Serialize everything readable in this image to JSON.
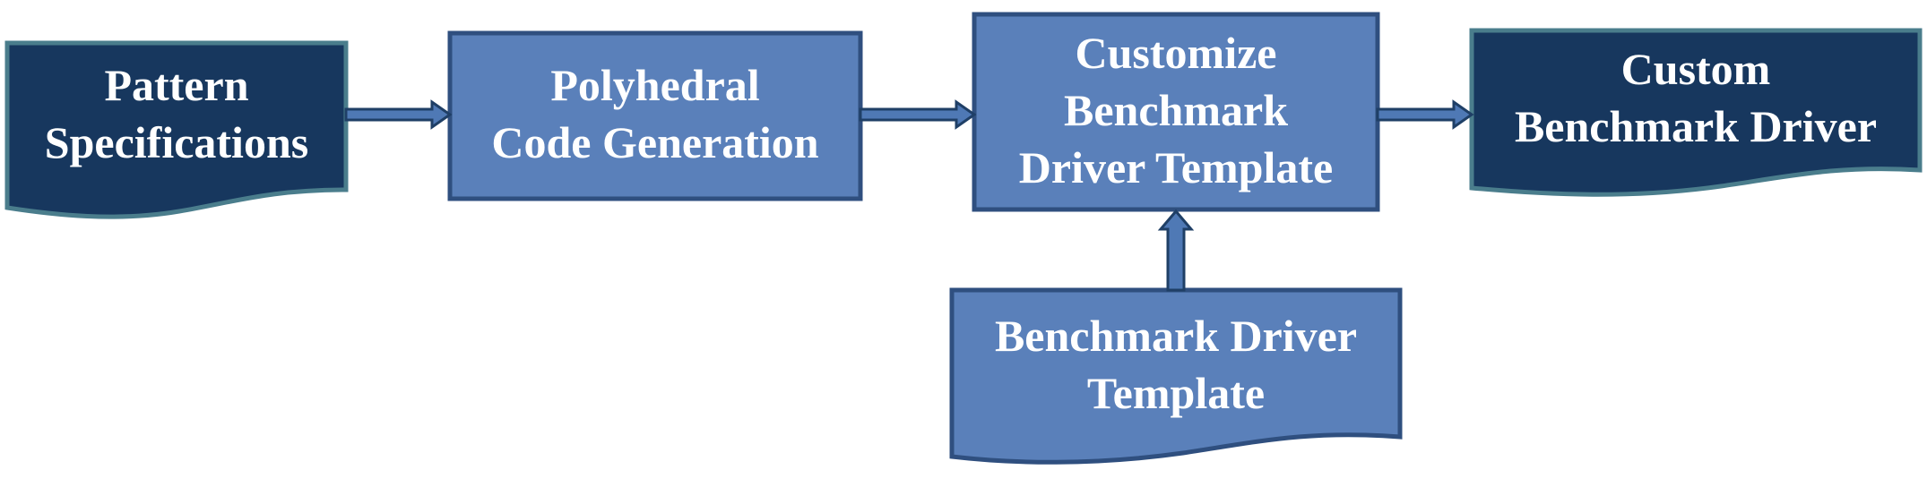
{
  "colors": {
    "dark_fill": "#17375e",
    "light_fill": "#5a80ba",
    "dark_border": "#4a7d8c",
    "light_border": "#2f4f7f",
    "arrow_fill": "#4f79b5",
    "arrow_border": "#1f3f66",
    "text": "#ffffff"
  },
  "nodes": {
    "pattern_specifications": {
      "lines": [
        "Pattern",
        "Specifications"
      ]
    },
    "polyhedral_code_generation": {
      "lines": [
        "Polyhedral",
        "Code Generation"
      ]
    },
    "customize_template": {
      "lines": [
        "Customize",
        "Benchmark",
        "Driver Template"
      ]
    },
    "custom_benchmark_driver": {
      "lines": [
        "Custom",
        "Benchmark Driver"
      ]
    },
    "benchmark_driver_template": {
      "lines": [
        "Benchmark Driver",
        "Template"
      ]
    }
  }
}
